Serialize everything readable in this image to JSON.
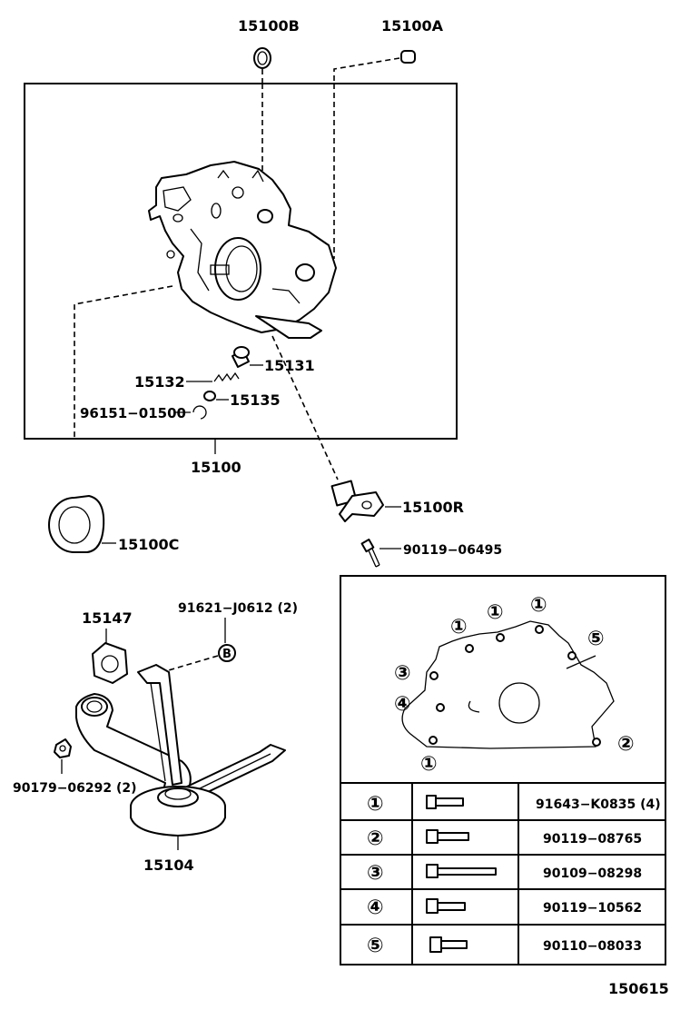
{
  "labels": {
    "p15100B": "15100B",
    "p15100A": "15100A",
    "p15131": "15131",
    "p15132": "15132",
    "p15135": "15135",
    "p96151": "96151−01500",
    "p15100": "15100",
    "p15100R": "15100R",
    "p15100C": "15100C",
    "p90119_06495": "90119−06495",
    "p15147": "15147",
    "p91621": "91621−J0612 (2)",
    "refB": "B",
    "p90179": "90179−06292 (2)",
    "p15104": "15104",
    "page_code": "150615"
  },
  "callouts": {
    "c1": "①",
    "c2": "②",
    "c3": "③",
    "c4": "④",
    "c5": "⑤"
  },
  "bolt_table": [
    {
      "ref": "①",
      "part": "91643−K0835 (4)"
    },
    {
      "ref": "②",
      "part": "90119−08765"
    },
    {
      "ref": "③",
      "part": "90109−08298"
    },
    {
      "ref": "④",
      "part": "90119−10562"
    },
    {
      "ref": "⑤",
      "part": "90110−08033"
    }
  ]
}
